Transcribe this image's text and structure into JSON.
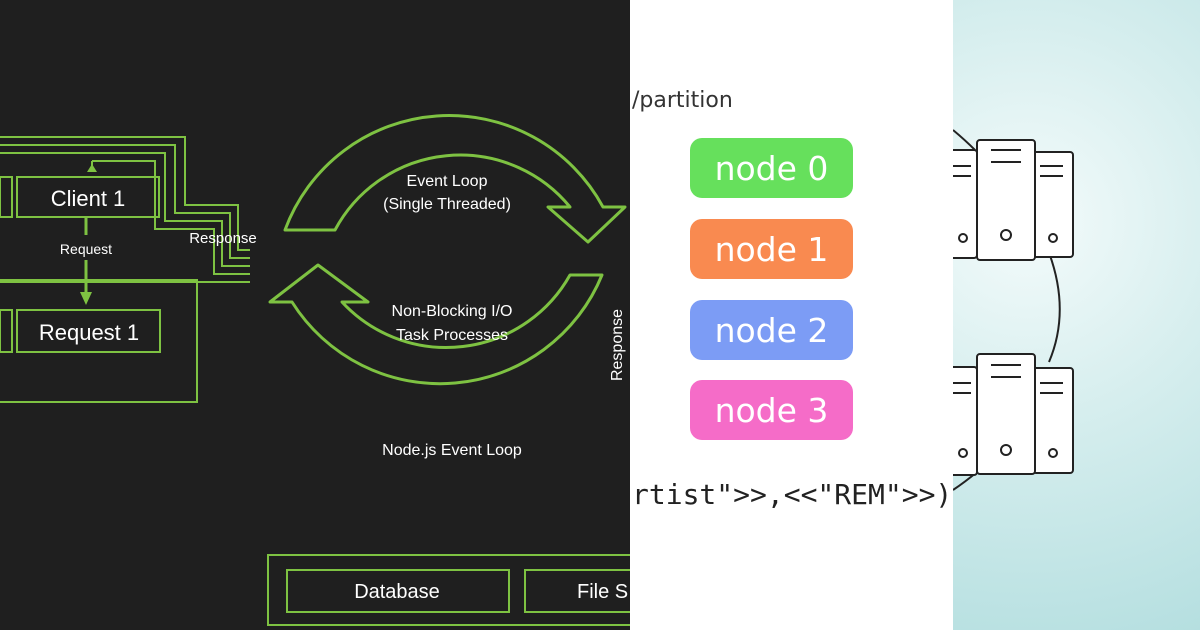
{
  "left_panel": {
    "client_label": "Client 1",
    "request_arrow_label": "Request",
    "response_label": "Response",
    "request_box_label": "Request 1",
    "event_loop_line1": "Event Loop",
    "event_loop_line2": "(Single Threaded)",
    "nonblocking_line1": "Non-Blocking I/O",
    "nonblocking_line2": "Task Processes",
    "caption": "Node.js Event Loop",
    "vertical_response": "Response",
    "database_label": "Database",
    "filesystem_label": "File S",
    "colors": {
      "background": "#1f1f1f",
      "accent": "#7ec242",
      "text": "#ffffff"
    }
  },
  "middle_panel": {
    "path_text": "/partition",
    "code_text": "rtist\">>,<<\"REM\">>)",
    "nodes": [
      {
        "label": "node 0",
        "color": "#66e05c"
      },
      {
        "label": "node 1",
        "color": "#f98a50"
      },
      {
        "label": "node 2",
        "color": "#7c9cf5"
      },
      {
        "label": "node 3",
        "color": "#f56cc8"
      }
    ]
  },
  "right_panel": {
    "icon": "server-cluster-icon",
    "colors": {
      "background": "#c4e6e6",
      "server": "#ffffff",
      "outline": "#222222"
    }
  }
}
